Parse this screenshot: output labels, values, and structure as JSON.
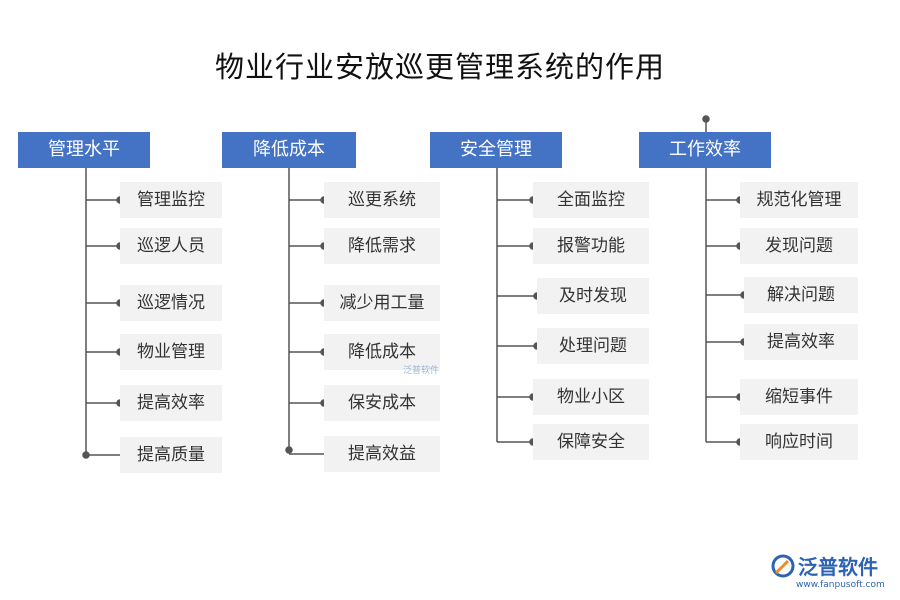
{
  "title": "物业行业安放巡更管理系统的作用",
  "header_color": "#4472c4",
  "columns": [
    {
      "header": "管理水平",
      "items": [
        "管理监控",
        "巡逻人员",
        "巡逻情况",
        "物业管理",
        "提高效率",
        "提高质量"
      ]
    },
    {
      "header": "降低成本",
      "items": [
        "巡更系统",
        "降低需求",
        "减少用工量",
        "降低成本",
        "保安成本",
        "提高效益"
      ]
    },
    {
      "header": "安全管理",
      "items": [
        "全面监控",
        "报警功能",
        "及时发现",
        "处理问题",
        "物业小区",
        "保障安全"
      ]
    },
    {
      "header": "工作效率",
      "items": [
        "规范化管理",
        "发现问题",
        "解决问题",
        "提高效率",
        "缩短事件",
        "响应时间"
      ]
    }
  ],
  "watermark": "泛普软件",
  "logo": {
    "name": "泛普软件",
    "url": "www.fanpusoft.com"
  }
}
